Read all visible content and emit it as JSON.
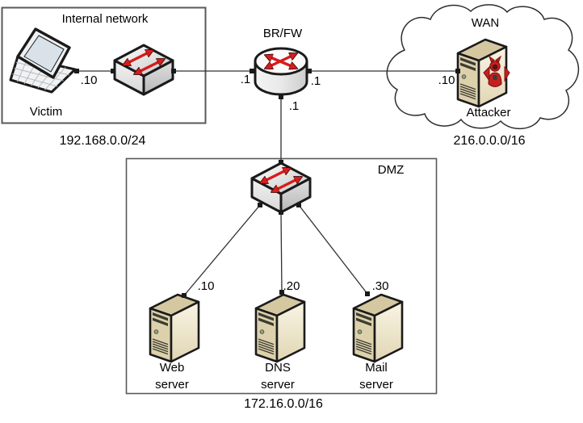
{
  "internal_network": {
    "box_label": "Internal network",
    "subnet": "192.168.0.0/24",
    "victim": {
      "label": "Victim",
      "ip": ".10"
    }
  },
  "router": {
    "label": "BR/FW",
    "if_left": ".1",
    "if_right": ".1",
    "if_dmz": ".1"
  },
  "wan": {
    "box_label": "WAN",
    "subnet": "216.0.0.0/16",
    "attacker": {
      "label": "Attacker",
      "ip": ".10"
    }
  },
  "dmz": {
    "box_label": "DMZ",
    "subnet": "172.16.0.0/16",
    "servers": [
      {
        "name": "Web",
        "type": "server",
        "ip": ".10"
      },
      {
        "name": "DNS",
        "type": "server",
        "ip": ".20"
      },
      {
        "name": "Mail",
        "type": "server",
        "ip": ".30"
      }
    ]
  },
  "icons": {
    "victim_device": "laptop-icon",
    "lan_device": "switch-icon",
    "border_device": "router-icon",
    "dmz_device": "switch-icon",
    "server_device": "server-tower-icon",
    "attacker_device": "devil-server-icon",
    "wan_shape": "cloud-icon"
  },
  "colors": {
    "arrow_red": "#d61c1c",
    "outline": "#1a1a1a",
    "box_border": "#595959",
    "link_line": "#303030",
    "devil_red": "#c42020"
  }
}
